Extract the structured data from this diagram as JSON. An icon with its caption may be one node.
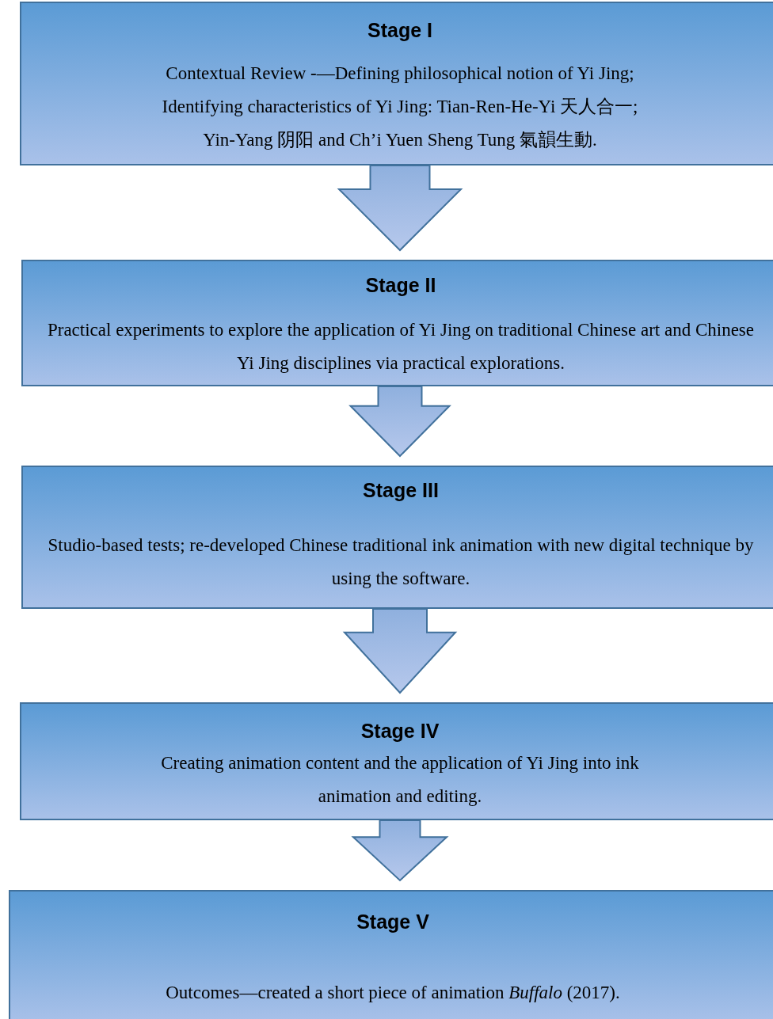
{
  "diagram": {
    "nodes": [
      {
        "text": [
          "Stage I",
          "Contextual Review -—Defining philosophical notion of Yi Jing;",
          "Identifying characteristics of Yi Jing: Tian-Ren-He-Yi 天人合一;",
          "Yin-Yang 阴阳 and Ch’i Yuen Sheng Tung 氣韻生動."
        ]
      },
      {
        "text": [
          "Stage II",
          "Practical experiments to explore the application of Yi Jing on traditional Chinese art and Chinese Yi Jing disciplines via practical explorations."
        ]
      },
      {
        "text": [
          "Stage III",
          "Studio-based tests; re-developed Chinese traditional ink animation with new digital technique by using the software."
        ]
      },
      {
        "text": [
          "Stage IV",
          "Creating animation content and the application of Yi Jing into ink animation and editing."
        ]
      },
      {
        "text": [
          "Stage V",
          "Outcomes—created a short piece of animation *Buffalo* (2017)."
        ]
      }
    ],
    "edges": [
      {
        "from": 0,
        "to": 1,
        "arrow": "to"
      },
      {
        "from": 1,
        "to": 2,
        "arrow": "to"
      },
      {
        "from": 2,
        "to": 3,
        "arrow": "to"
      },
      {
        "from": 3,
        "to": 4,
        "arrow": "to"
      }
    ]
  }
}
